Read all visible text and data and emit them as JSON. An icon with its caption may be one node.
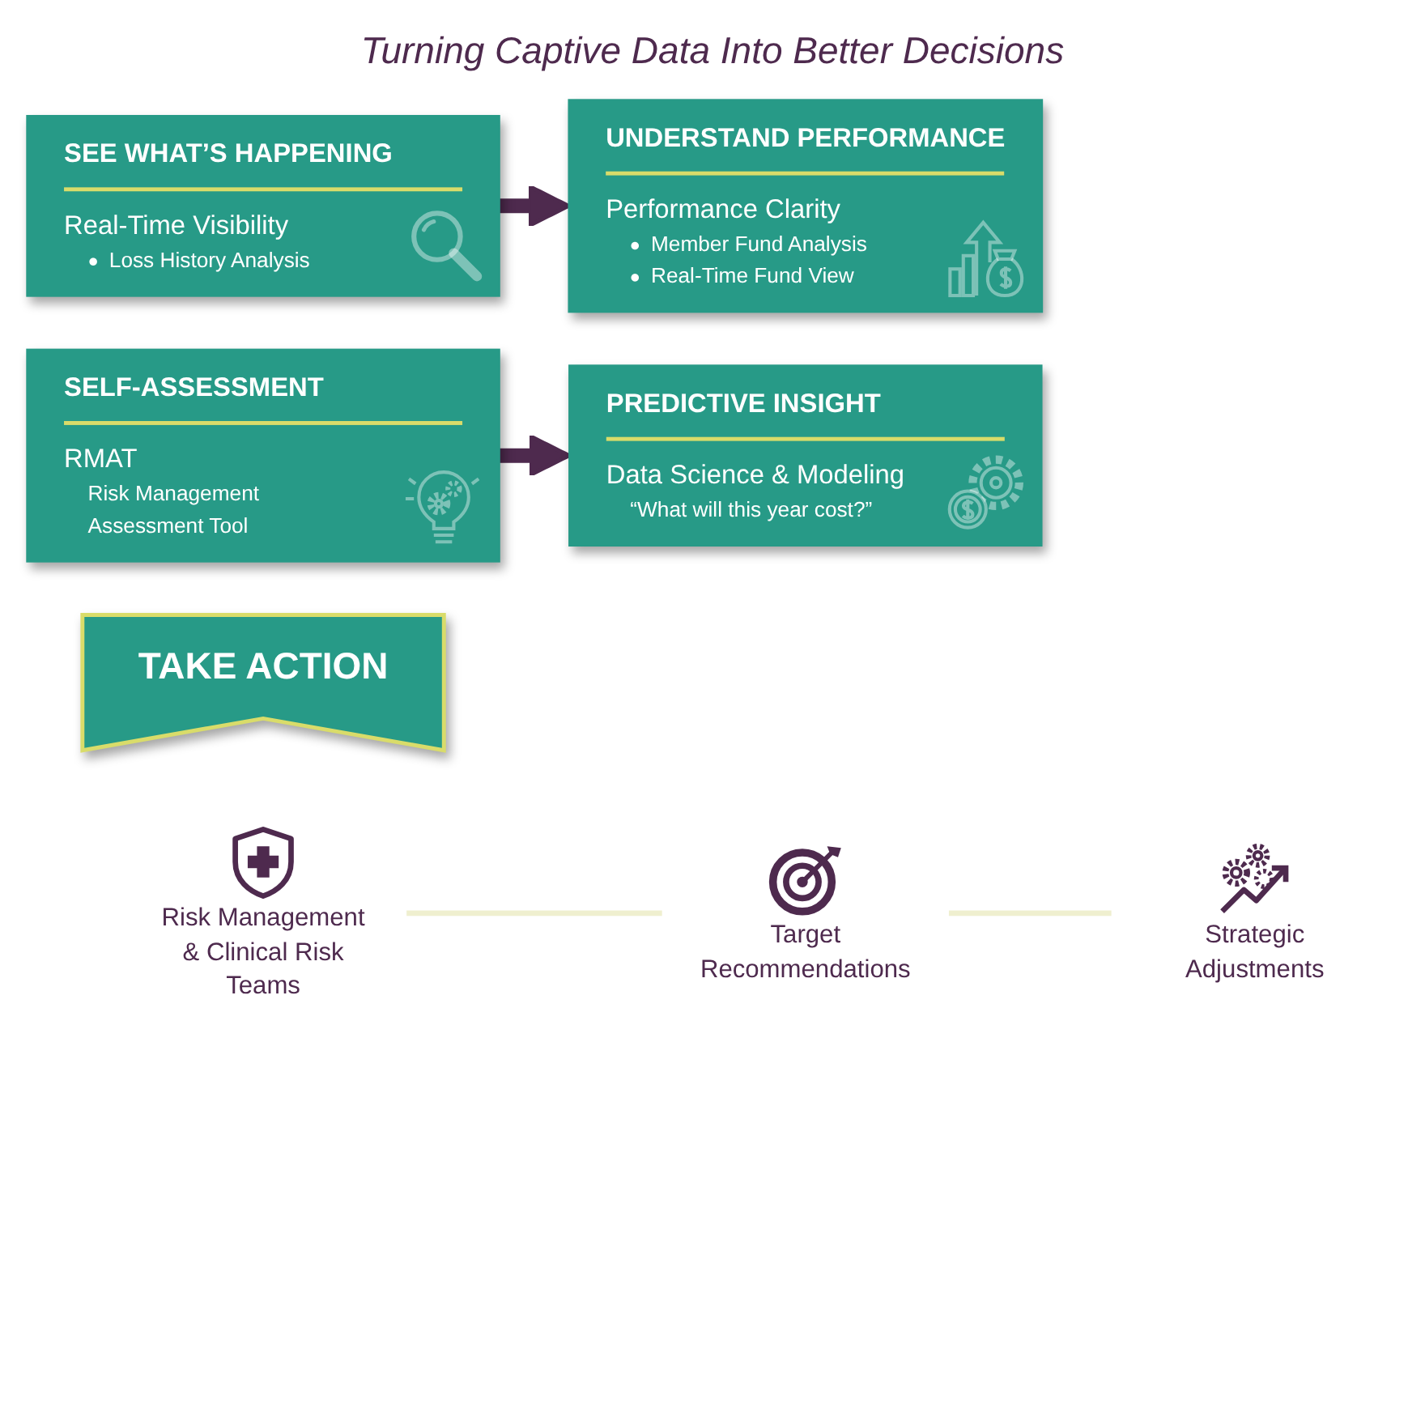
{
  "diagram": {
    "title": "Turning Captive Data Into Better Decisions",
    "nodes": [
      {
        "text": [
          "SEE WHAT’S HAPPENING",
          "Real-Time Visibility",
          "Loss History Analysis"
        ]
      },
      {
        "text": [
          "UNDERSTAND PERFORMANCE",
          "Performance Clarity",
          "Member Fund Analysis",
          "Real-Time Fund View"
        ]
      },
      {
        "text": [
          "SELF-ASSESSMENT",
          "RMAT",
          "Risk Management Assessment Tool"
        ]
      },
      {
        "text": [
          "PREDICTIVE INSIGHT",
          "Data Science & Modeling",
          "“What will this year cost?”"
        ]
      },
      {
        "text": [
          "TAKE ACTION"
        ]
      },
      {
        "text": [
          "Risk Management & Clinical Risk Teams"
        ]
      },
      {
        "text": [
          "Target Recommendations"
        ]
      },
      {
        "text": [
          "Strategic Adjustments"
        ]
      }
    ],
    "edges": [
      {
        "from": 0,
        "to": 1,
        "arrow": "to",
        "style": "thick",
        "color": "#4e2a4e"
      },
      {
        "from": 2,
        "to": 3,
        "arrow": "to",
        "style": "thick",
        "color": "#4e2a4e"
      },
      {
        "from": 5,
        "to": 6,
        "arrow": "none",
        "color": "#efefcf"
      },
      {
        "from": 6,
        "to": 7,
        "arrow": "none",
        "color": "#efefcf"
      }
    ]
  }
}
